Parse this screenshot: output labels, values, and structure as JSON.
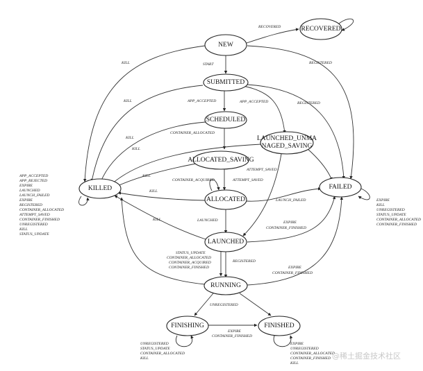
{
  "states": {
    "new": "NEW",
    "recovered": "RECOVERED",
    "submitted": "SUBMITTED",
    "scheduled": "SCHEDULED",
    "launched_unmanaged_saving_line1": "LAUNCHED_UNMA",
    "launched_unmanaged_saving_line2": "NAGED_SAVING",
    "allocated_saving": "ALLOCATED_SAVING",
    "killed": "KILLED",
    "failed": "FAILED",
    "allocated": "ALLOCATED",
    "launched": "LAUNCHED",
    "running": "RUNNING",
    "finishing": "FINISHING",
    "finished": "FINISHED"
  },
  "edge_labels": {
    "recovered": "RECOVERED",
    "kill_new": "KILL",
    "start": "START",
    "registered_new": "REGISTERED",
    "kill_submitted": "KILL",
    "app_accepted_1": "APP_ACCEPTED",
    "app_accepted_2": "APP_ACCEPTED",
    "registered_submitted": "REGISTERED",
    "container_allocated": "CONTAINER_ALLOCATED",
    "kill_scheduled": "KILL",
    "kill_unmanaged": "KILL",
    "attempt_saved_1": "ATTEMPT_SAVED",
    "kill_allocsaving": "KILL",
    "container_acquired": "CONTAINER_ACQUIRED",
    "attempt_saved_2": "ATTEMPT_SAVED",
    "kill_allocated": "KILL",
    "launch_failed": "LAUNCH_FAILED",
    "kill_launched": "KILL",
    "launched": "LAUNCHED",
    "expire_launched": "EXPIRE",
    "container_finished_launched": "CONTAINER_FINISHED",
    "registered_launched": "REGISTERED",
    "expire_running": "EXPIRE",
    "container_finished_running": "CONTAINER_FINISHED",
    "unregistered": "UNREGISTERED",
    "expire_finishing": "EXPIRE",
    "container_finished_finishing": "CONTAINER_FINISHED"
  },
  "self_loops": {
    "killed": [
      "APP_ACCEPTED",
      "APP_REJECTED",
      "EXPIRE",
      "LAUNCHED",
      "LAUNCH_FAILED",
      "EXPIRE",
      "REGISTERED",
      "CONTAINER_ALLOCATED",
      "ATTEMPT_SAVED",
      "CONTAINER_FINISHED",
      "UNREGISTERED",
      "KILL",
      "STATUS_UPDATE"
    ],
    "failed": [
      "EXPIRE",
      "KILL",
      "UNREGISTERED",
      "STATUS_UPDATE",
      "CONTAINER_ALLOCATED",
      "CONTAINER_FINISHED"
    ],
    "launched": [
      "STATUS_UPDATE",
      "CONTAINER_ALLOCATED",
      "CONTAINER_ACQUIRED",
      "CONTAINER_FINISHED"
    ],
    "finishing": [
      "UNREGISTERED",
      "STATUS_UPDATE",
      "CONTAINER_ALLOCATED",
      "KILL"
    ],
    "finished": [
      "EXPIRE",
      "UNREGISTERED",
      "CONTAINER_ALLOCATED",
      "CONTAINER_FINISHED",
      "KILL"
    ]
  },
  "watermark": "@稀土掘金技术社区"
}
